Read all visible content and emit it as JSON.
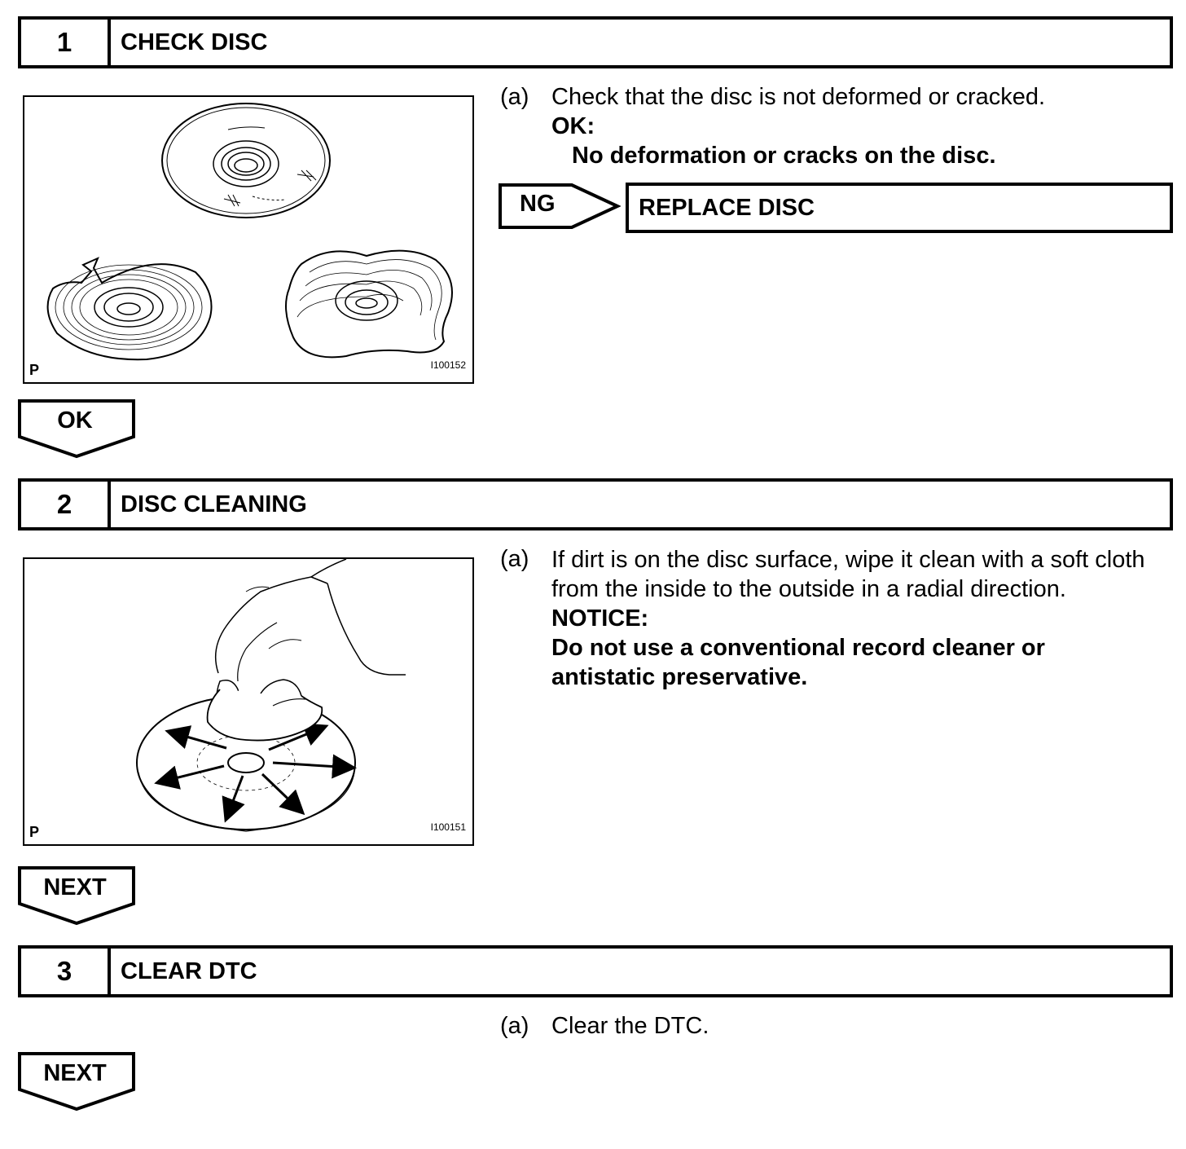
{
  "steps": [
    {
      "number": "1",
      "title": "CHECK DISC",
      "figure": {
        "corner_label": "P",
        "code": "I100152"
      },
      "item_label": "(a)",
      "text": "Check that the disc is not deformed or cracked.",
      "ok_heading": "OK:",
      "ok_text": "No deformation or cracks on the disc.",
      "ng_label": "NG",
      "ng_result": "REPLACE DISC",
      "flow_label": "OK"
    },
    {
      "number": "2",
      "title": "DISC CLEANING",
      "figure": {
        "corner_label": "P",
        "code": "I100151"
      },
      "item_label": "(a)",
      "text_line1": "If dirt is on the disc surface, wipe it clean with a soft cloth",
      "text_line2": "from the inside to the outside in a radial direction.",
      "notice_heading": "NOTICE:",
      "notice_line1": "Do not use a conventional record cleaner or",
      "notice_line2": "antistatic preservative.",
      "flow_label": "NEXT"
    },
    {
      "number": "3",
      "title": "CLEAR DTC",
      "item_label": "(a)",
      "text": "Clear the DTC.",
      "flow_label": "NEXT"
    }
  ]
}
